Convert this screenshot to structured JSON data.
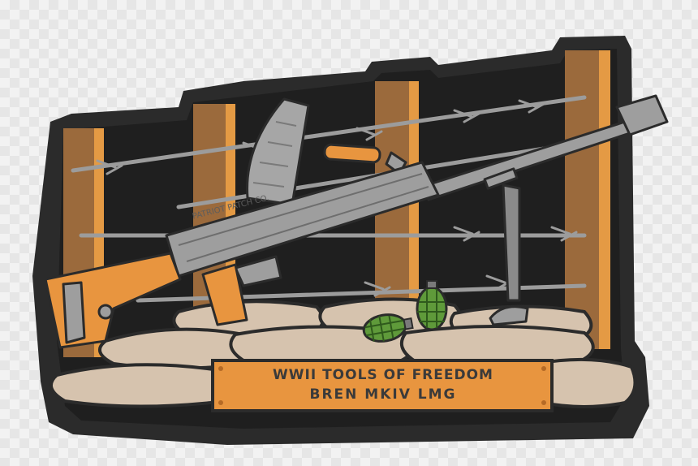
{
  "patch": {
    "maker_mark": "PATRIOT PATCH CO.",
    "plate_line1": "WWII TOOLS OF FREEDOM",
    "plate_line2": "BREN MKIV LMG"
  },
  "colors": {
    "border": "#2b2b2b",
    "background": "#1e1e1e",
    "post": "#9b6a3c",
    "post_highlight": "#e49a44",
    "wire": "#9c9c9c",
    "gun_metal": "#9e9e9e",
    "stock_wood": "#e8953f",
    "sandbag": "#d6c3ae",
    "grenade": "#5f9a3a",
    "plate": "#e8953f"
  }
}
